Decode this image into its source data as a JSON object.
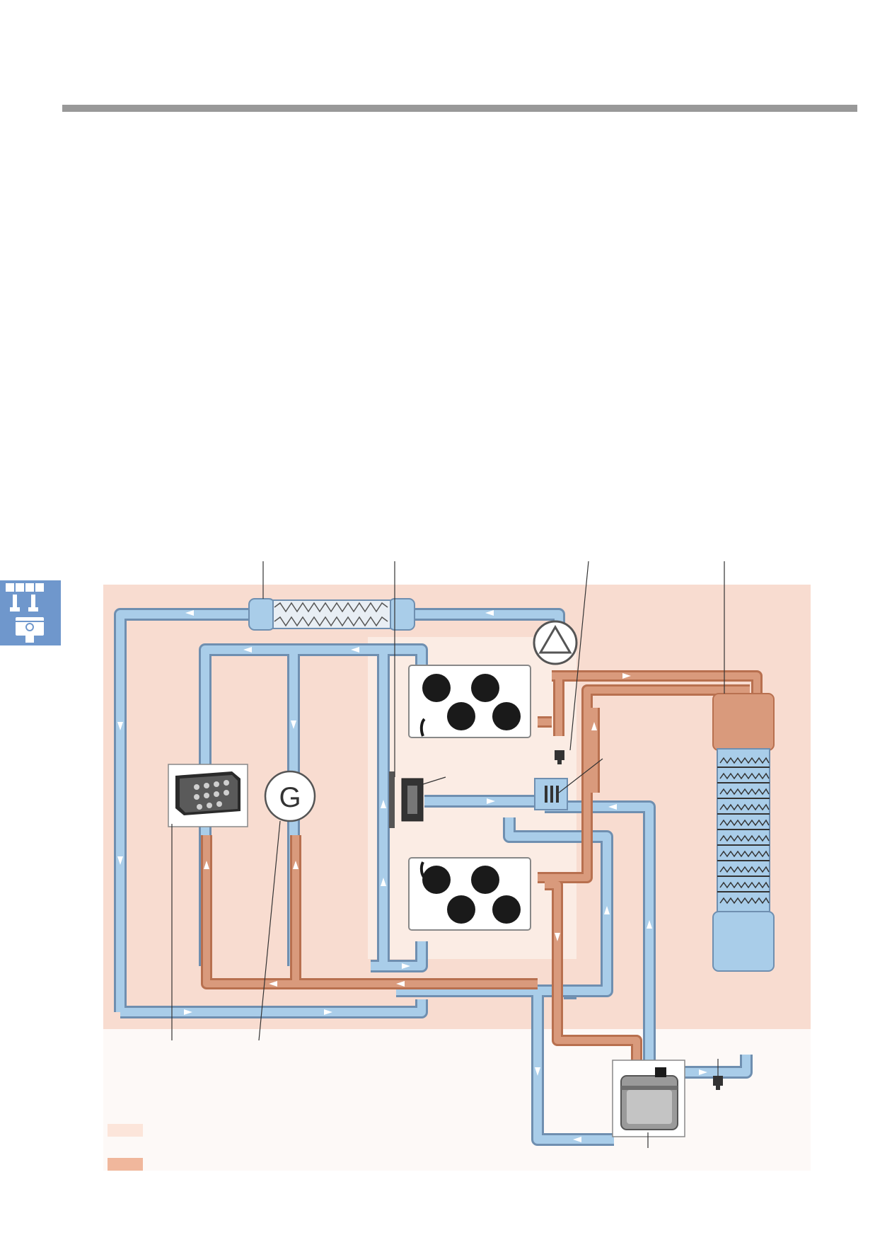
{
  "colors": {
    "rule": "#999999",
    "background_panel": "#f8dcd0",
    "hot_coolant": "#d99a7c",
    "cold_coolant": "#a9cde9",
    "pipe_outline": "#6f8fb0",
    "icon_bg": "#6f97cc",
    "legend_light": "#fce5da",
    "legend_dark": "#f0b79c"
  },
  "icons": {
    "side_tab": "engine-piston-icon",
    "pump": "coolant-pump-icon",
    "alternator": "alternator-icon",
    "heater": "heater-core-icon",
    "oil_cooler": "oil-cooler-icon",
    "thermostat": "thermostat-icon",
    "radiator": "radiator-icon",
    "expansion_tank": "expansion-tank-icon",
    "sensor": "temperature-sensor-icon",
    "throttle": "throttle-body-icon"
  },
  "alternator_label": "G",
  "legend": [
    {
      "swatch": "legend_light"
    },
    {
      "swatch": "legend_dark"
    }
  ]
}
